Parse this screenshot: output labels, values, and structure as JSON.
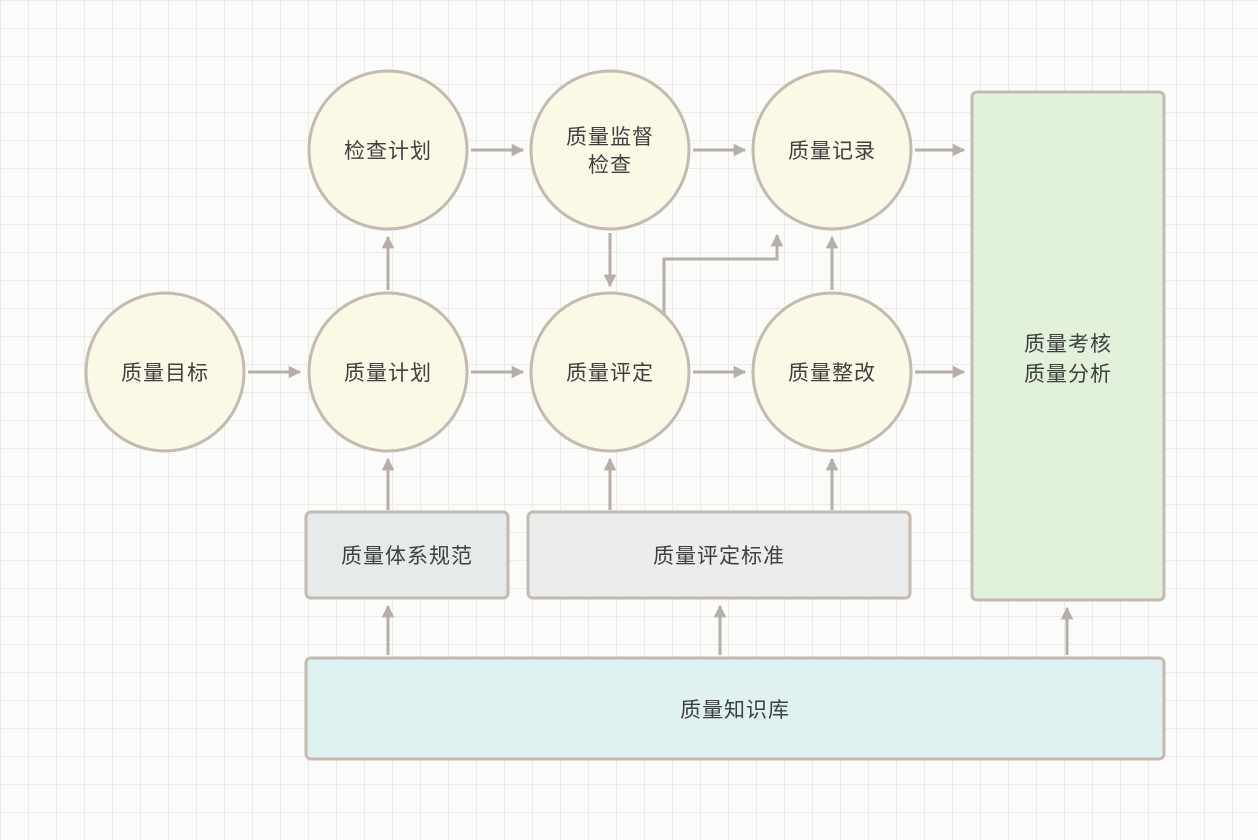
{
  "diagram": {
    "type": "flowchart",
    "language": "zh-CN",
    "colors": {
      "circle_fill": "#fbf8e6",
      "shape_stroke": "#c4bab1",
      "green_fill": "#e1f1da",
      "gray1_fill": "#e6eaea",
      "gray2_fill": "#ececec",
      "cyan_fill": "#dff1f0",
      "arrow": "#b7aea7",
      "text": "#3f3f3f",
      "grid_line": "#ebeae8",
      "background": "#fbfbfa"
    },
    "nodes": {
      "quality_goal": {
        "shape": "circle",
        "label": "质量目标"
      },
      "quality_plan": {
        "shape": "circle",
        "label": "质量计划"
      },
      "quality_assess": {
        "shape": "circle",
        "label": "质量评定"
      },
      "quality_rectify": {
        "shape": "circle",
        "label": "质量整改"
      },
      "inspection_plan": {
        "shape": "circle",
        "label": "检查计划"
      },
      "supervision_check": {
        "shape": "circle",
        "label_line1": "质量监督",
        "label_line2": "检查"
      },
      "quality_record": {
        "shape": "circle",
        "label": "质量记录"
      },
      "assessment_analysis": {
        "shape": "rect",
        "fill": "#e1f1da",
        "label_line1": "质量考核",
        "label_line2": "质量分析"
      },
      "system_spec": {
        "shape": "rect",
        "fill": "#e6eaea",
        "label": "质量体系规范"
      },
      "assess_standard": {
        "shape": "rect",
        "fill": "#ececec",
        "label": "质量评定标准"
      },
      "knowledge_base": {
        "shape": "rect",
        "fill": "#dff1f0",
        "label": "质量知识库"
      }
    },
    "edges": [
      {
        "from": "quality_goal",
        "to": "quality_plan"
      },
      {
        "from": "quality_plan",
        "to": "quality_assess"
      },
      {
        "from": "quality_assess",
        "to": "quality_rectify"
      },
      {
        "from": "quality_rectify",
        "to": "assessment_analysis"
      },
      {
        "from": "quality_plan",
        "to": "inspection_plan"
      },
      {
        "from": "inspection_plan",
        "to": "supervision_check"
      },
      {
        "from": "supervision_check",
        "to": "quality_record"
      },
      {
        "from": "supervision_check",
        "to": "quality_assess"
      },
      {
        "from": "quality_assess",
        "to": "quality_record"
      },
      {
        "from": "quality_rectify",
        "to": "quality_record"
      },
      {
        "from": "quality_record",
        "to": "assessment_analysis"
      },
      {
        "from": "system_spec",
        "to": "quality_plan"
      },
      {
        "from": "assess_standard",
        "to": "quality_assess"
      },
      {
        "from": "assess_standard",
        "to": "quality_rectify"
      },
      {
        "from": "knowledge_base",
        "to": "system_spec"
      },
      {
        "from": "knowledge_base",
        "to": "assess_standard"
      },
      {
        "from": "knowledge_base",
        "to": "assessment_analysis"
      }
    ]
  }
}
